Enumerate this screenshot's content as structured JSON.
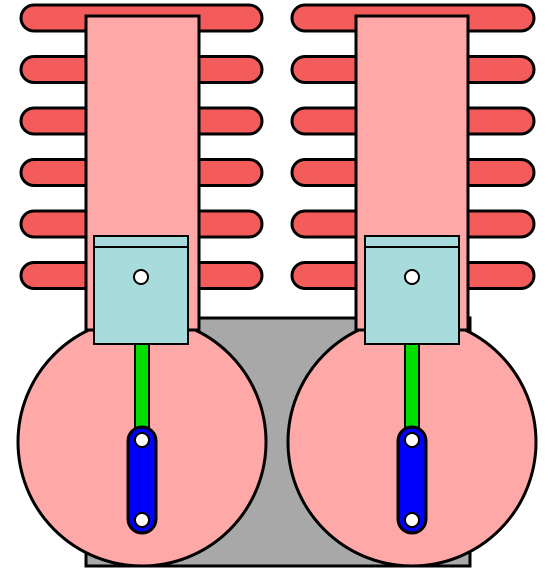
{
  "diagram": {
    "components": {
      "crankcase": {
        "color": "#a8a8a8"
      },
      "cooling_fins": {
        "color": "#f45c5c",
        "per_cylinder": 6
      },
      "cylinder": {
        "color": "#ffa8a8"
      },
      "crank_housing": {
        "color": "#ffa8a8"
      },
      "piston": {
        "color": "#a8dcdc"
      },
      "connecting_rod": {
        "color": "#00dd00"
      },
      "crank_arm": {
        "color": "#0000ff"
      },
      "pin": {
        "color": "#ffffff"
      },
      "outline": {
        "color": "#000000"
      }
    },
    "cylinders": [
      {
        "id": "left"
      },
      {
        "id": "right"
      }
    ]
  }
}
